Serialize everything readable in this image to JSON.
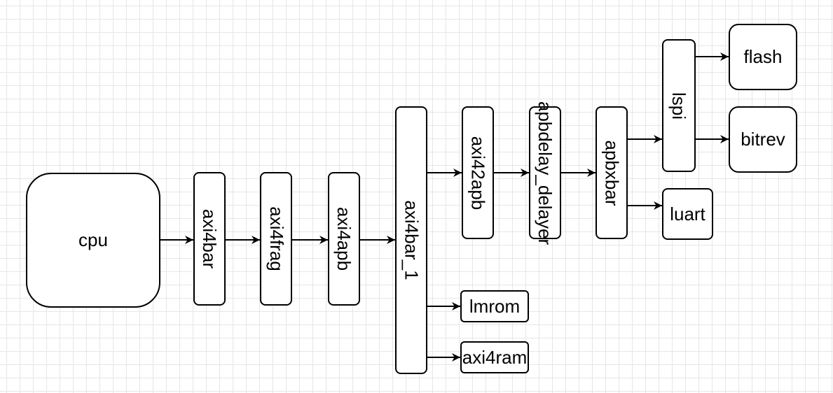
{
  "diagram": {
    "nodes": {
      "cpu": "cpu",
      "axi4bar": "axi4bar",
      "axi4frag": "axi4frag",
      "axi4apb": "axi4apb",
      "axi4bar_1": "axi4bar_1",
      "axi42apb": "axi42apb",
      "apbdelay_delayer": "apbdelay_delayer",
      "apbxbar": "apbxbar",
      "lspi": "lspi",
      "flash": "flash",
      "bitrev": "bitrev",
      "luart": "luart",
      "lmrom": "lmrom",
      "axi4ram": "axi4ram"
    },
    "edges": [
      {
        "from": "cpu",
        "to": "axi4bar"
      },
      {
        "from": "axi4bar",
        "to": "axi4frag"
      },
      {
        "from": "axi4frag",
        "to": "axi4apb"
      },
      {
        "from": "axi4apb",
        "to": "axi4bar_1"
      },
      {
        "from": "axi4bar_1",
        "to": "axi42apb"
      },
      {
        "from": "axi4bar_1",
        "to": "lmrom"
      },
      {
        "from": "axi4bar_1",
        "to": "axi4ram"
      },
      {
        "from": "axi42apb",
        "to": "apbdelay_delayer"
      },
      {
        "from": "apbdelay_delayer",
        "to": "apbxbar"
      },
      {
        "from": "apbxbar",
        "to": "lspi"
      },
      {
        "from": "apbxbar",
        "to": "luart"
      },
      {
        "from": "lspi",
        "to": "flash"
      },
      {
        "from": "lspi",
        "to": "bitrev"
      }
    ],
    "colors": {
      "line": "#000000",
      "node_fill": "#ffffff",
      "grid": "#e6e6e6"
    }
  }
}
